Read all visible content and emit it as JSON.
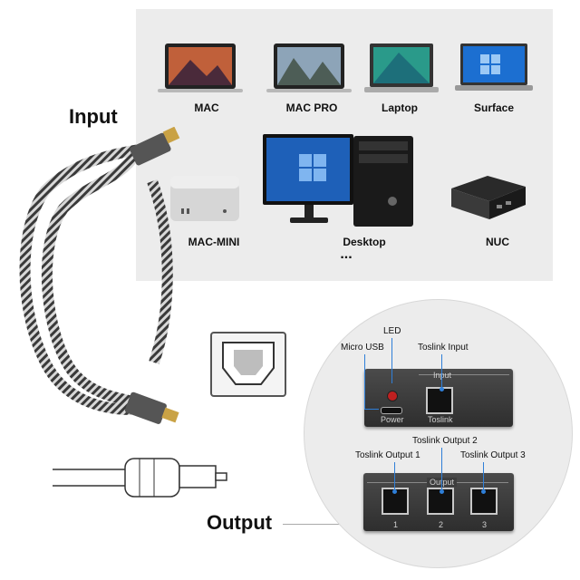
{
  "labels": {
    "input": "Input",
    "output": "Output"
  },
  "devices": {
    "mac": "MAC",
    "mac_pro": "MAC PRO",
    "laptop": "Laptop",
    "surface": "Surface",
    "mac_mini": "MAC-MINI",
    "desktop": "Desktop",
    "nuc": "NUC",
    "more": "..."
  },
  "splitter": {
    "led": "LED",
    "micro_usb": "Micro USB",
    "toslink_input": "Toslink Input",
    "input_label": "Input",
    "power": "Power",
    "toslink": "Toslink",
    "toslink_output_1": "Toslink Output 1",
    "toslink_output_2": "Toslink Output 2",
    "toslink_output_3": "Toslink Output 3",
    "output_label": "Output",
    "port_1": "1",
    "port_2": "2",
    "port_3": "3"
  }
}
